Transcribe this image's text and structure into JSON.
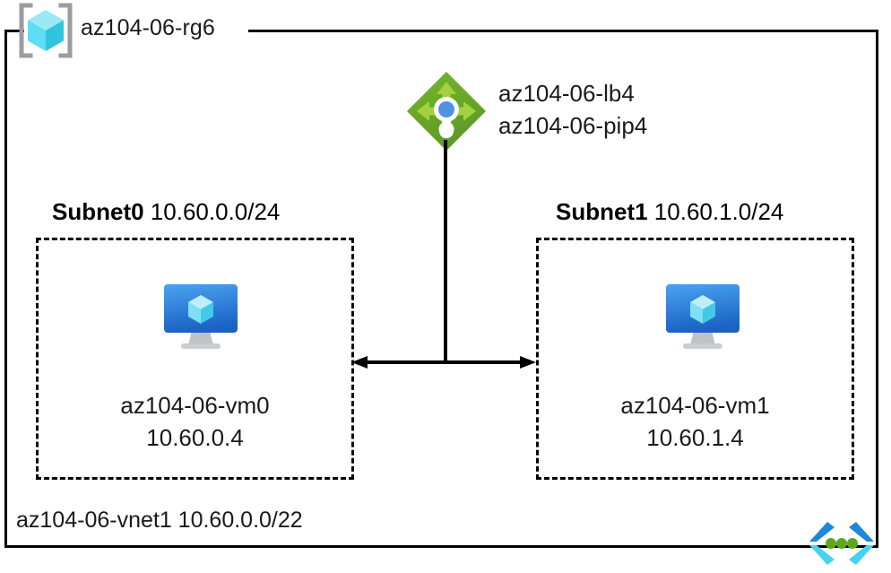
{
  "diagram": {
    "resource_group": {
      "name": "az104-06-rg6",
      "icon": "resource-group-cube-icon"
    },
    "load_balancer": {
      "lb_name": "az104-06-lb4",
      "pip_name": "az104-06-pip4",
      "icon": "load-balancer-icon"
    },
    "subnets": [
      {
        "name": "Subnet0",
        "cidr": "10.60.0.0/24",
        "vm": {
          "name": "az104-06-vm0",
          "ip": "10.60.0.4",
          "icon": "virtual-machine-icon"
        }
      },
      {
        "name": "Subnet1",
        "cidr": "10.60.1.0/24",
        "vm": {
          "name": "az104-06-vm1",
          "ip": "10.60.1.4",
          "icon": "virtual-machine-icon"
        }
      }
    ],
    "vnet": {
      "label": "az104-06-vnet1 10.60.0.0/22",
      "icon": "virtual-network-icon"
    },
    "colors": {
      "line": "#000000",
      "text": "#1a1a1a",
      "cube_top": "#9BE8F7",
      "cube_left": "#37D5F2",
      "cube_right": "#32C3DE",
      "lb_green_dark": "#6BA42A",
      "lb_green_light": "#A4D23C",
      "lb_blue_dot": "#4F92E0",
      "vm_screen_top": "#3E97EA",
      "vm_screen_bottom": "#1A62C4",
      "vm_stand": "#B8BCBF",
      "vnet_chevron_dark": "#1E88D8",
      "vnet_chevron_light": "#45D3F0",
      "vnet_dot": "#5AA81E",
      "bracket_gray": "#9C9C9C"
    }
  }
}
